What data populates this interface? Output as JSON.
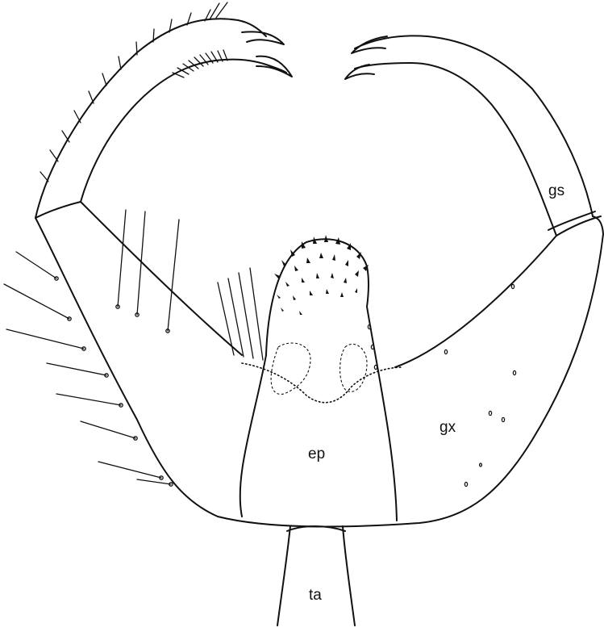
{
  "labels": {
    "gs": "gs",
    "gx": "gx",
    "ep": "ep",
    "ta": "ta"
  }
}
